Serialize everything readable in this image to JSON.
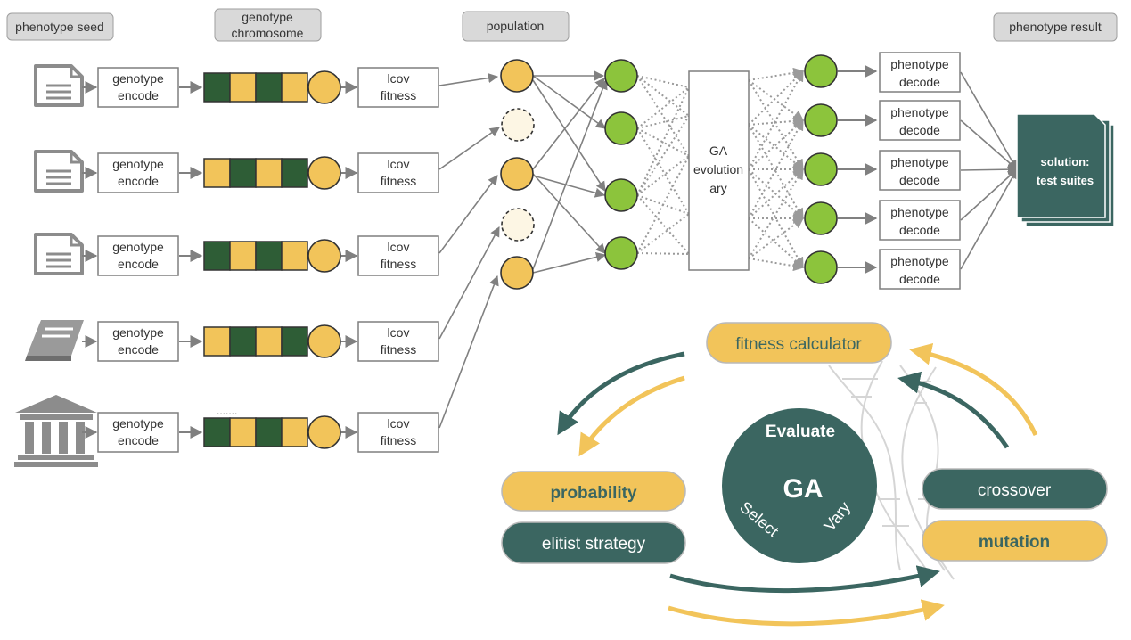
{
  "headers": {
    "phenotype_seed": "phenotype seed",
    "genotype_chromosome": [
      "genotype",
      "chromosome"
    ],
    "population": "population",
    "phenotype_result": "phenotype result"
  },
  "encoder_label": [
    "genotype",
    "encode"
  ],
  "fitness_label": [
    "lcov",
    "fitness"
  ],
  "decoder_label": [
    "phenotype",
    "decode"
  ],
  "ga_box_label": [
    "GA",
    "evolution",
    "ary"
  ],
  "solution_label": [
    "solution:",
    "test suites"
  ],
  "ellipsis": ".......",
  "seed_icons": [
    "document-icon",
    "document-icon",
    "document-icon",
    "book-icon",
    "bank-icon"
  ],
  "chromosomes": [
    [
      "g",
      "y",
      "g",
      "y"
    ],
    [
      "y",
      "g",
      "y",
      "g"
    ],
    [
      "g",
      "y",
      "g",
      "y"
    ],
    [
      "y",
      "g",
      "y",
      "g"
    ],
    [
      "g",
      "y",
      "g",
      "y"
    ]
  ],
  "cycle": {
    "center": "GA",
    "evaluate": "Evaluate",
    "select": "Select",
    "vary": "Vary",
    "fitness_calculator": "fitness calculator",
    "probability": "probability",
    "elitist_strategy": "elitist strategy",
    "crossover": "crossover",
    "mutation": "mutation"
  },
  "colors": {
    "green": "#2e5d36",
    "yellow": "#f2c45a",
    "lime": "#8cc43c",
    "teal": "#3b6661",
    "header_bg": "#d9d9d9",
    "arrow": "#808080"
  }
}
